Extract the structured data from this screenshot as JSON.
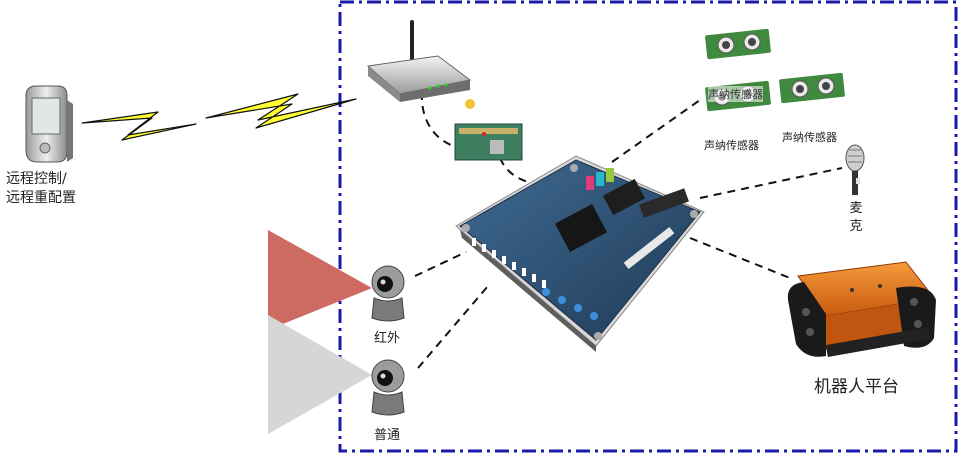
{
  "labels": {
    "remote": "远程控制/\n远程重配置",
    "remote_line1": "远程控制/",
    "remote_line2": "远程重配置",
    "infrared": "红外",
    "normal": "普通",
    "sonar1": "声纳传感器",
    "sonar2": "声纳传感器",
    "sonar_overlay": "声纳传感器",
    "mic_1": "麦",
    "mic_2": "克",
    "robot": "机器人平台"
  },
  "icons": {
    "pda": "pda-icon",
    "router": "wireless-router-icon",
    "lightning": "wireless-signal-icon",
    "fpga": "fpga-board-icon",
    "camera": "webcam-icon",
    "sonar": "sonar-sensor-icon",
    "mic": "microphone-icon",
    "robot": "tracked-robot-icon"
  },
  "colors": {
    "boundary": "#1a1aa8",
    "lightning": "#ffff33",
    "infrared_triangle": "#cd6b62",
    "normal_triangle": "#d6d6d6",
    "robot": "#e8731c",
    "board": "#2b4b6b"
  }
}
